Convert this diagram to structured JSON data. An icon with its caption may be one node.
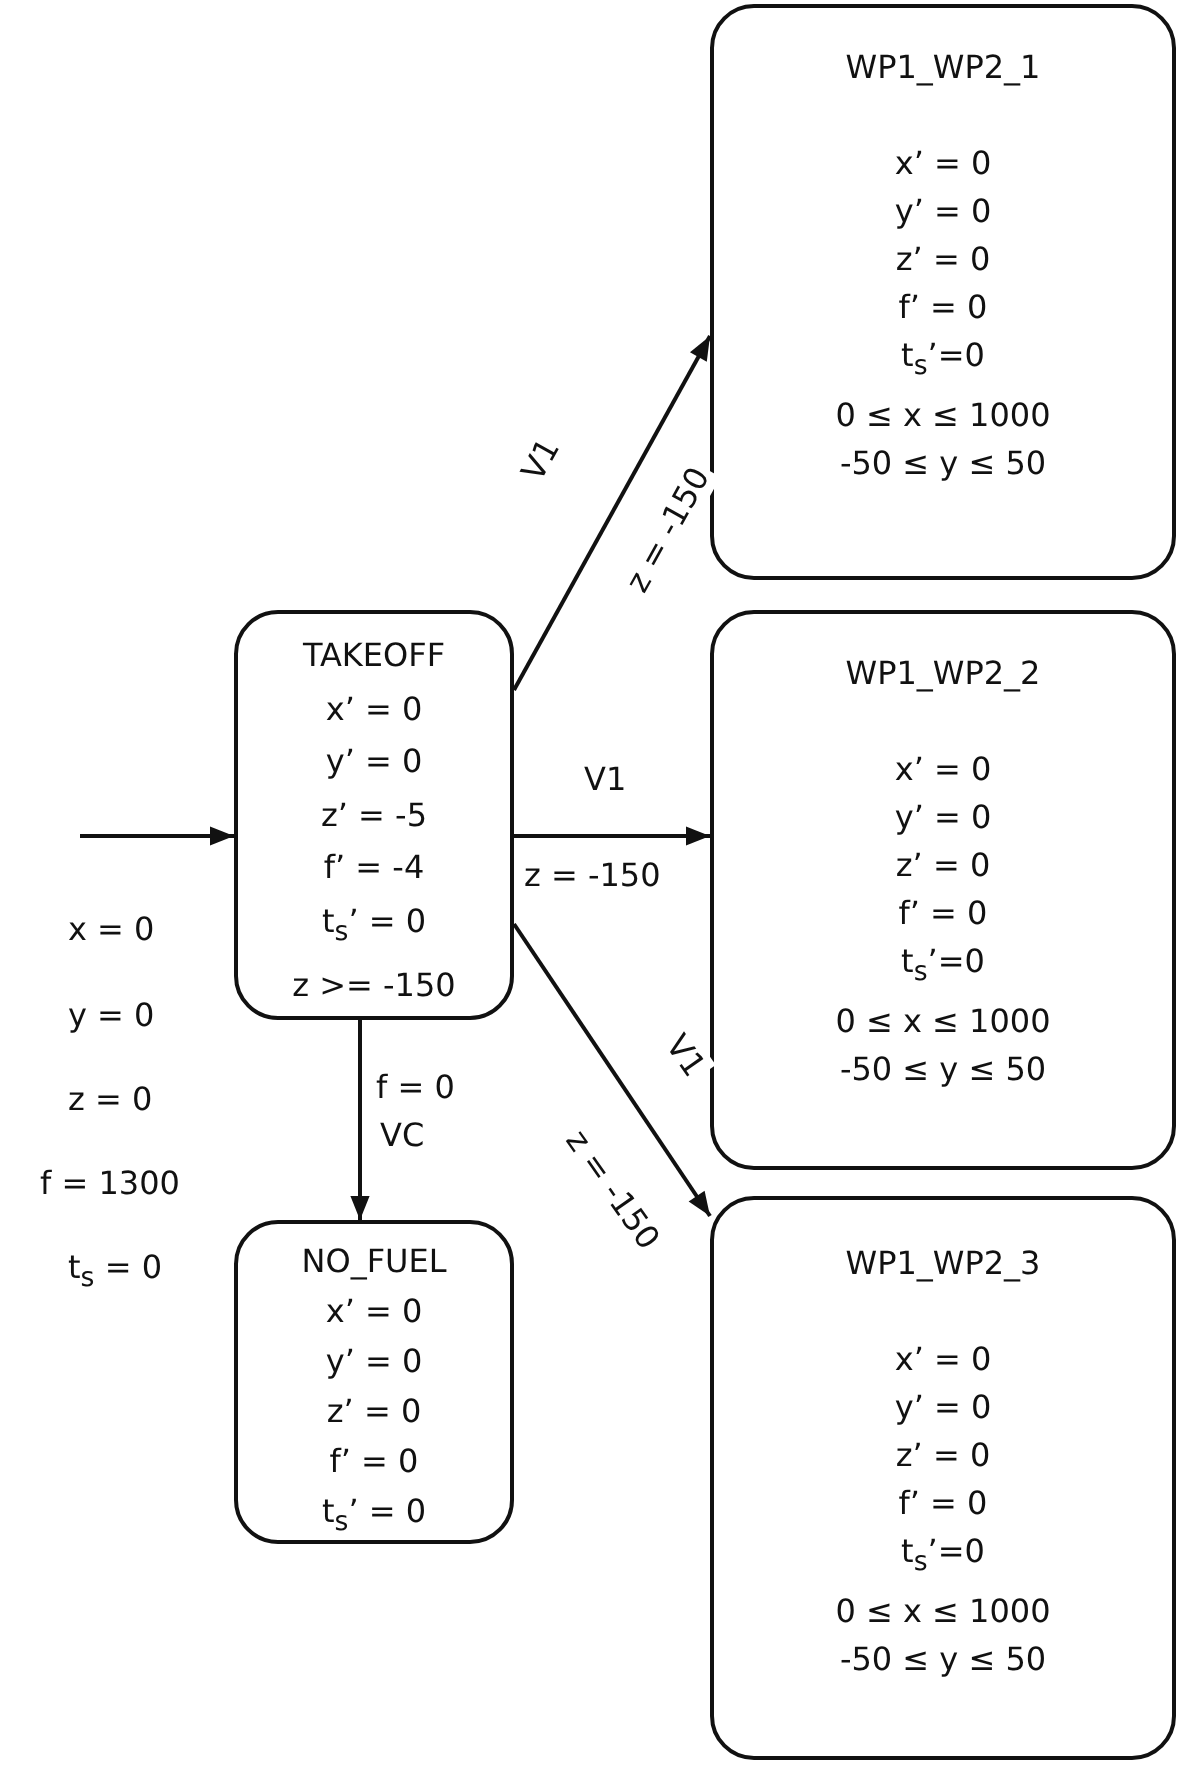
{
  "diagram": {
    "nodes": [
      {
        "text": [
          "TAKEOFF",
          "x’ = 0",
          "y’ = 0",
          "z’ = -5",
          "f’ = -4",
          "t$_{s}$’ = 0",
          "z >= -150"
        ]
      },
      {
        "text": [
          "NO_FUEL",
          "x’ = 0",
          "y’ = 0",
          "z’ = 0",
          "f’ = 0",
          "t$_{s}$’ = 0"
        ]
      },
      {
        "text": [
          "WP1_WP2_1",
          "x’ = 0",
          "y’ = 0",
          "z’ = 0",
          "f’ = 0",
          "t$_{s}$’=0",
          "0 ≤ x ≤ 1000",
          "-50 ≤ y ≤ 50"
        ]
      },
      {
        "text": [
          "WP1_WP2_2",
          "x’ = 0",
          "y’ = 0",
          "z’ = 0",
          "f’ = 0",
          "t$_{s}$’=0",
          "0 ≤ x ≤ 1000",
          "-50 ≤ y ≤ 50"
        ]
      },
      {
        "text": [
          "WP1_WP2_3",
          "x’ = 0",
          "y’ = 0",
          "z’ = 0",
          "f’ = 0",
          "t$_{s}$’=0",
          "0 ≤ x ≤ 1000",
          "-50 ≤ y ≤ 50"
        ]
      }
    ],
    "edges": [
      {
        "from": null,
        "to": 0,
        "arrow": "to"
      },
      {
        "from": 0,
        "to": 2,
        "arrow": "to",
        "label": "V1"
      },
      {
        "from": 0,
        "to": 3,
        "arrow": "to",
        "label": "V1"
      },
      {
        "from": 0,
        "to": 4,
        "arrow": "to",
        "label": "V1"
      },
      {
        "from": 0,
        "to": 1,
        "arrow": "to",
        "label": "VC"
      }
    ],
    "labels": [
      "z = -150",
      "z = -150",
      "z = -150",
      "f = 0",
      "x = 0",
      "y = 0",
      "z = 0",
      "f = 1300",
      "t$_{s}$ = 0"
    ]
  }
}
